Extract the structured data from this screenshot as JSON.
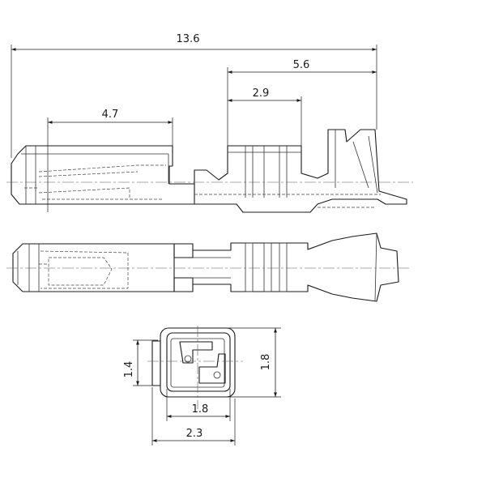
{
  "dimensions": {
    "overall_length": "13.6",
    "crimp_length": "5.6",
    "wire_crimp_length": "2.9",
    "contact_length": "4.7",
    "inner_height": "1.4",
    "outer_height": "1.8",
    "inner_width": "1.8",
    "outer_width": "2.3"
  },
  "colors": {
    "line": "#1a1a1a",
    "background": "#ffffff"
  }
}
